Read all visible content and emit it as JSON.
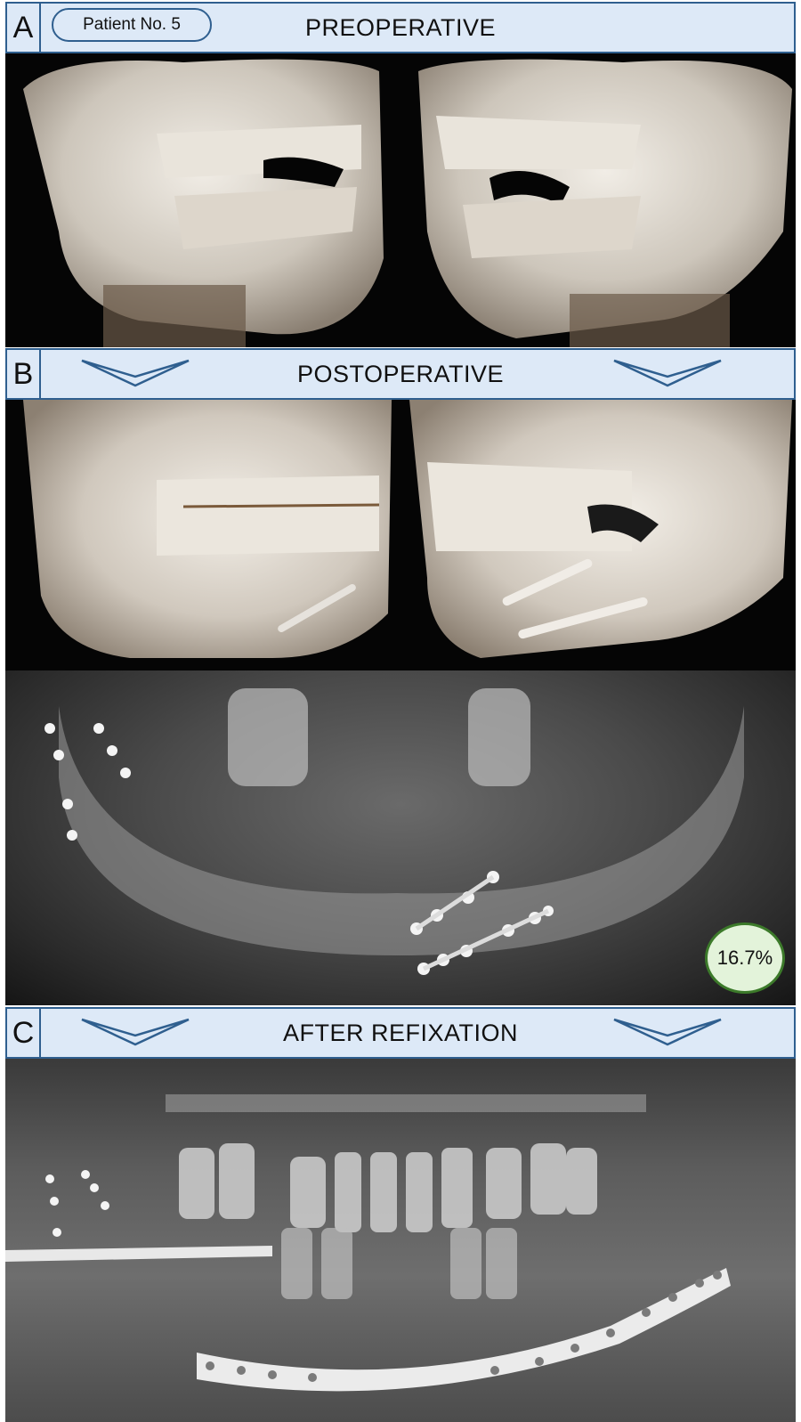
{
  "figure": {
    "panels": [
      {
        "letter": "A",
        "title": "PREOPERATIVE",
        "tag": "Patient No. 5",
        "image_description": "3D CT reconstructions of fractured mandible, left and right oblique views"
      },
      {
        "letter": "B",
        "title": "POSTOPERATIVE",
        "image_description": "3D CT reconstructions with fixation plates, plus panoramic CT slice",
        "badge": "16.7%"
      },
      {
        "letter": "C",
        "title": "AFTER REFIXATION",
        "image_description": "Panoramic radiograph showing reconstruction plate along mandible"
      }
    ],
    "colors": {
      "banner_fill": "#dde9f7",
      "banner_border": "#2f5f8f",
      "badge_fill": "#e3f3da",
      "badge_border": "#3c7a2a"
    }
  }
}
